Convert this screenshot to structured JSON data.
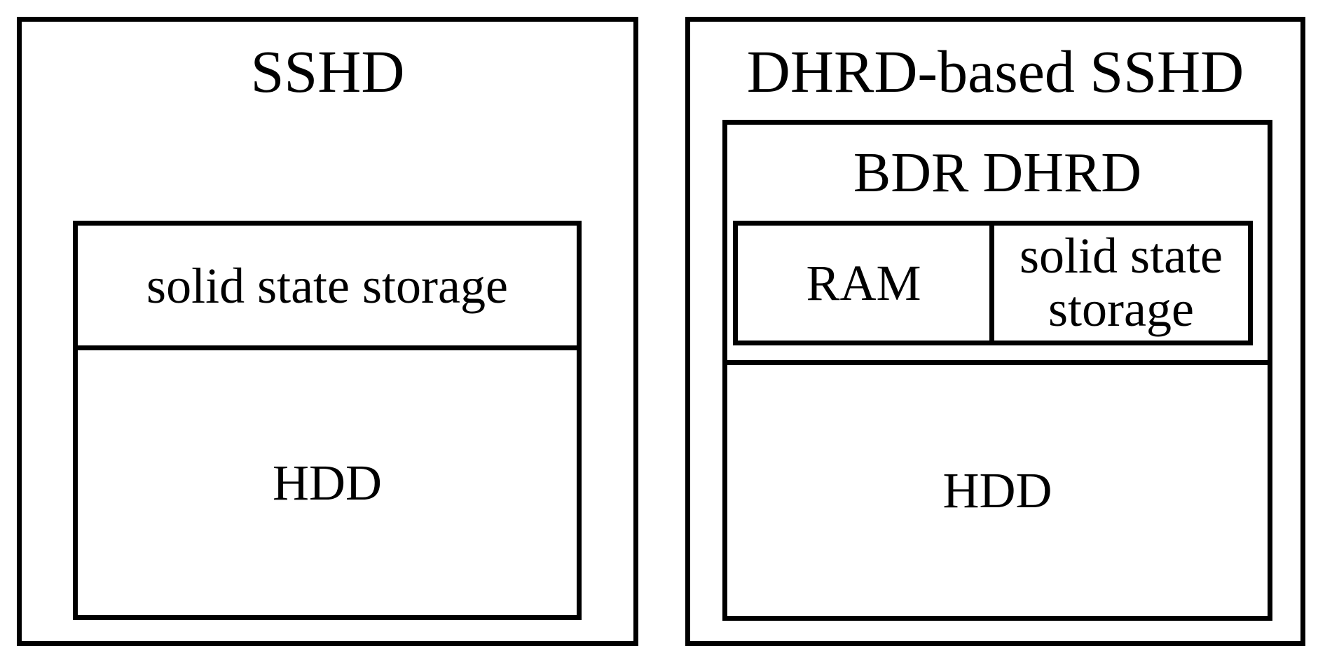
{
  "colors": {
    "background": "#ffffff",
    "line": "#000000",
    "text": "#000000"
  },
  "left_diagram": {
    "title": "SSHD",
    "solid_state_label": "solid state storage",
    "hdd_label": "HDD"
  },
  "right_diagram": {
    "title": "DHRD-based SSHD",
    "bdr_label": "BDR DHRD",
    "ram_label": "RAM",
    "solid_state_label": "solid state storage",
    "hdd_label": "HDD"
  }
}
